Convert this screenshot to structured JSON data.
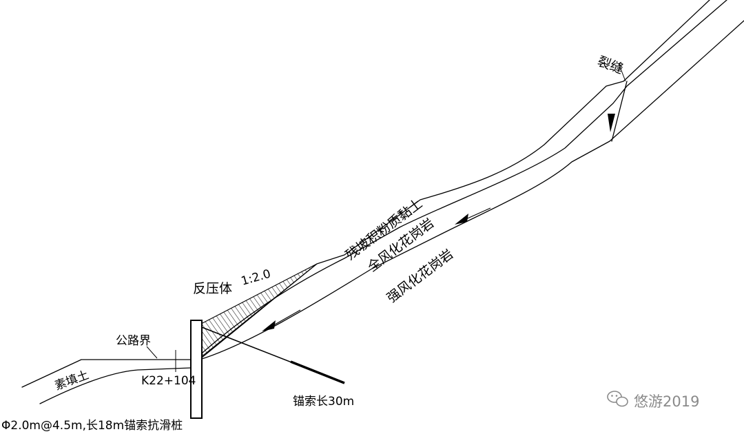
{
  "labels": {
    "crack": "裂缝",
    "colluvium": "残坡积粉质黏土",
    "fully_weathered": "全风化花岗岩",
    "strongly_weathered": "强风化花岗岩",
    "counterweight": "反压体",
    "slope_ratio": "1:2.0",
    "road_boundary": "公路界",
    "fill_soil": "素填土",
    "station": "K22+104",
    "anchor_length": "锚索长30m",
    "pile_spec": "Φ2.0m@4.5m,长18m锚索抗滑桩"
  },
  "watermark": {
    "text": "悠游2019",
    "icon": "wechat-icon",
    "color": "#8a8a8a"
  }
}
